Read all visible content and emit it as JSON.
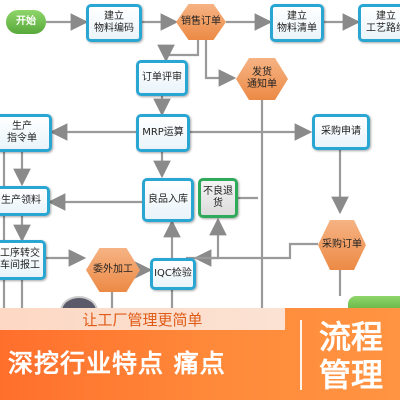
{
  "diagram": {
    "nodes": {
      "start": "开始",
      "material_code_1": "建立",
      "material_code_2": "物料编码",
      "sales_order": "销售订单",
      "bom_1": "建立",
      "bom_2": "物料清单",
      "route_1": "建立",
      "route_2": "工艺路线",
      "order_review": "订单评审",
      "ship_notice_1": "发货",
      "ship_notice_2": "通知单",
      "mrp": "MRP运算",
      "prod_order_1": "生产",
      "prod_order_2": "指令单",
      "purchase_req": "采购申请",
      "good_in": "良品入库",
      "reject_return": "不良退货",
      "prod_pick": "生产领料",
      "purchase_order": "采购订单",
      "process_transfer_1": "工序转交",
      "process_transfer_2": "车间报工",
      "outsource": "委外加工",
      "iqc": "IQC检验"
    }
  },
  "banner": {
    "subtitle": "让工厂管理更简单",
    "headline": "深挖行业特点 痛点",
    "side_line1": "流程",
    "side_line2": "管理"
  },
  "colors": {
    "box_border": "#2aa6d2",
    "hex_fill": "#ec8a45",
    "start_fill": "#57a83a",
    "banner_orange": "#ff7a33",
    "arrow": "#888888"
  }
}
